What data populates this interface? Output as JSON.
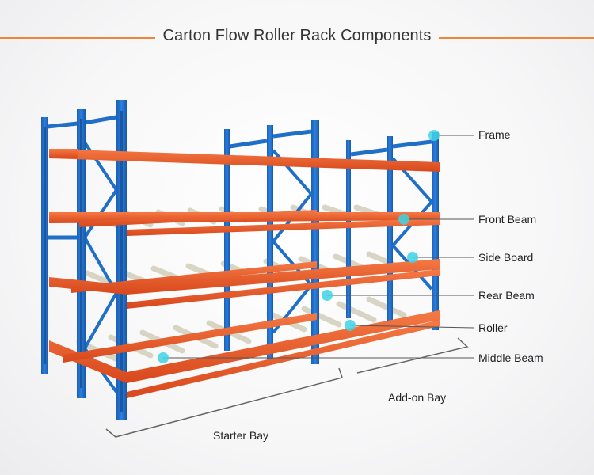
{
  "title": "Carton Flow Roller Rack Components",
  "components": [
    {
      "label": "Frame"
    },
    {
      "label": "Front Beam"
    },
    {
      "label": "Side Board"
    },
    {
      "label": "Rear Beam"
    },
    {
      "label": "Roller"
    },
    {
      "label": "Middle Beam"
    }
  ],
  "bays": [
    {
      "label": "Starter Bay"
    },
    {
      "label": "Add-on Bay"
    }
  ],
  "colors": {
    "accent": "#f0853a",
    "upright_blue": "#1f6fc9",
    "beam_orange": "#ec5a2a",
    "roller": "#d9d6c8",
    "marker": "#3fd3e6"
  }
}
